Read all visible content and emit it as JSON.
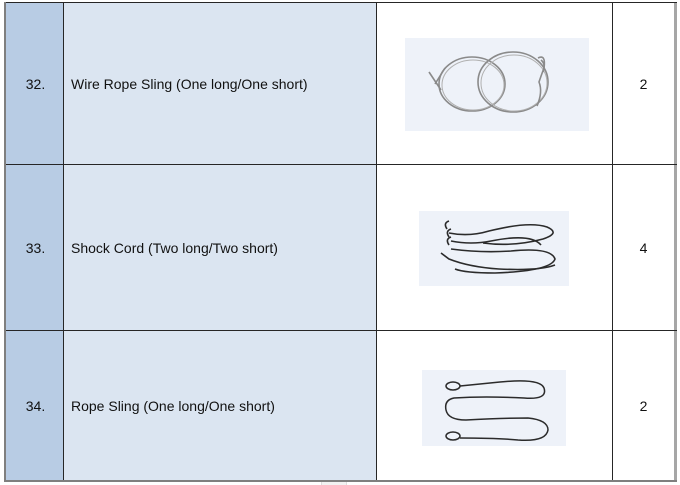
{
  "table": {
    "rows": [
      {
        "no": "32.",
        "description": "Wire Rope Sling (One long/One short)",
        "image_icon": "wire-rope-sling-image",
        "quantity": "2"
      },
      {
        "no": "33.",
        "description": "Shock Cord (Two long/Two short)",
        "image_icon": "shock-cord-image",
        "quantity": "4"
      },
      {
        "no": "34.",
        "description": "Rope Sling (One long/One short)",
        "image_icon": "rope-sling-image",
        "quantity": "2"
      }
    ]
  },
  "colors": {
    "number_column_fill": "#b8cce4",
    "description_column_fill": "#dbe5f1",
    "image_panel_fill": "#eef2f9",
    "grid_line": "#262626"
  }
}
